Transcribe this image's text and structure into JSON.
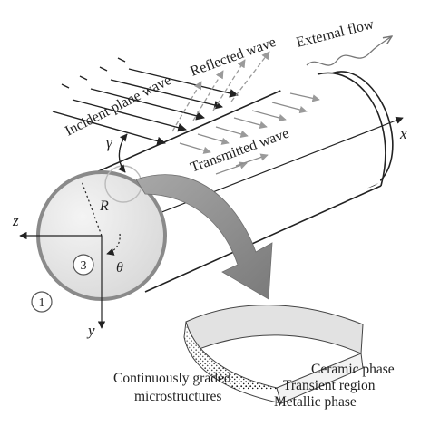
{
  "labels": {
    "incident_wave": "Incident plane wave",
    "reflected_wave": "Reflected wave",
    "external_flow": "External flow",
    "transmitted_wave": "Transmitted wave",
    "axis_x": "x",
    "axis_y": "y",
    "axis_z": "z",
    "radius": "R",
    "theta": "θ",
    "gamma": "γ",
    "region_1": "1",
    "region_3": "3",
    "graded_line1": "Continuously graded",
    "graded_line2": "microstructures",
    "ceramic_phase": "Ceramic phase",
    "transient_region": "Transient region",
    "metallic_phase": "Metallic phase"
  },
  "colors": {
    "stroke": "#222222",
    "cylinder_end_fill": "#e6e6e6",
    "cylinder_end_rim": "#8a8a8a",
    "reflected": "#9a9a9a",
    "transmitted": "#888888",
    "big_arrow": "#8c8c8c",
    "ceramic_top": "#e2e2e2"
  }
}
